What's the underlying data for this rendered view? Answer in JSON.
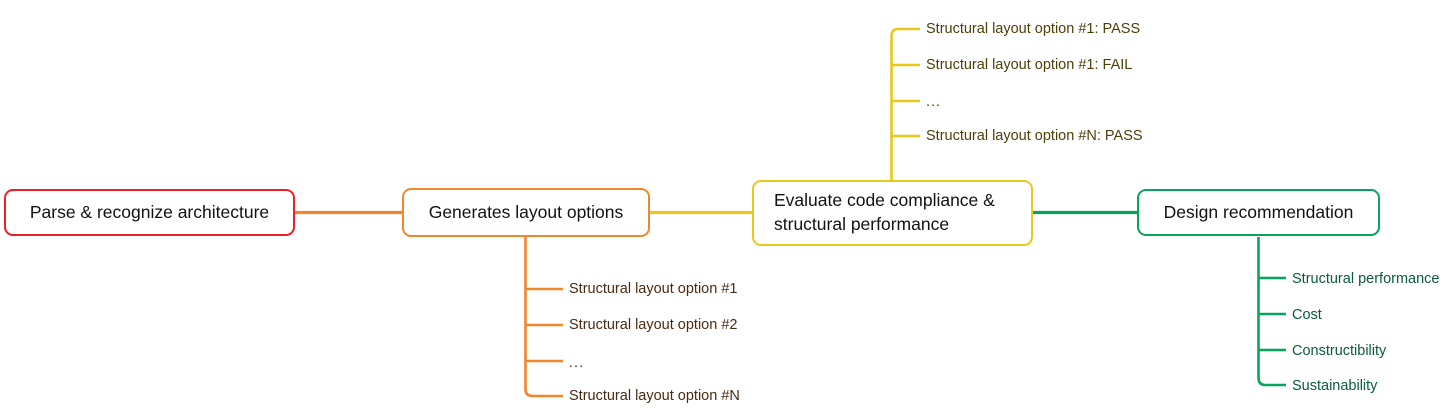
{
  "diagram": {
    "type": "flow-mindmap",
    "title": "",
    "background_color": "#ffffff",
    "nodes": [
      {
        "id": "parse",
        "label": "Parse & recognize architecture",
        "border_color": "#ec2027",
        "text_color": "#111111"
      },
      {
        "id": "generate",
        "label": "Generates layout options",
        "border_color": "#f0882b",
        "text_color": "#111111"
      },
      {
        "id": "evaluate",
        "label": "Evaluate code compliance &\nstructural performance",
        "border_color": "#e9c81c",
        "text_color": "#111111"
      },
      {
        "id": "design",
        "label": "Design recommendation",
        "border_color": "#09a35c",
        "text_color": "#111111"
      }
    ],
    "connectors": [
      {
        "from": "parse",
        "to": "generate",
        "color": "#f0882b"
      },
      {
        "from": "generate",
        "to": "evaluate",
        "color": "#e9c81c"
      },
      {
        "from": "evaluate",
        "to": "design",
        "color": "#09a35c"
      }
    ],
    "branch_groups": [
      {
        "id": "generate-options",
        "parent": "generate",
        "direction": "down",
        "color": "#f0882b",
        "text_color": "#4a2a12",
        "items": [
          "Structural layout option #1",
          "Structural layout option #2",
          "...",
          "Structural layout option #N"
        ]
      },
      {
        "id": "evaluate-results",
        "parent": "evaluate",
        "direction": "up",
        "color": "#e9c81c",
        "text_color": "#4c3f08",
        "items": [
          "Structural layout option #1: PASS",
          "Structural layout option #1: FAIL",
          "...",
          "Structural layout option #N: PASS"
        ]
      },
      {
        "id": "design-criteria",
        "parent": "design",
        "direction": "down",
        "color": "#09a35c",
        "text_color": "#0a5c38",
        "items": [
          "Structural performance",
          "Cost",
          "Constructibility",
          "Sustainability"
        ]
      }
    ]
  }
}
